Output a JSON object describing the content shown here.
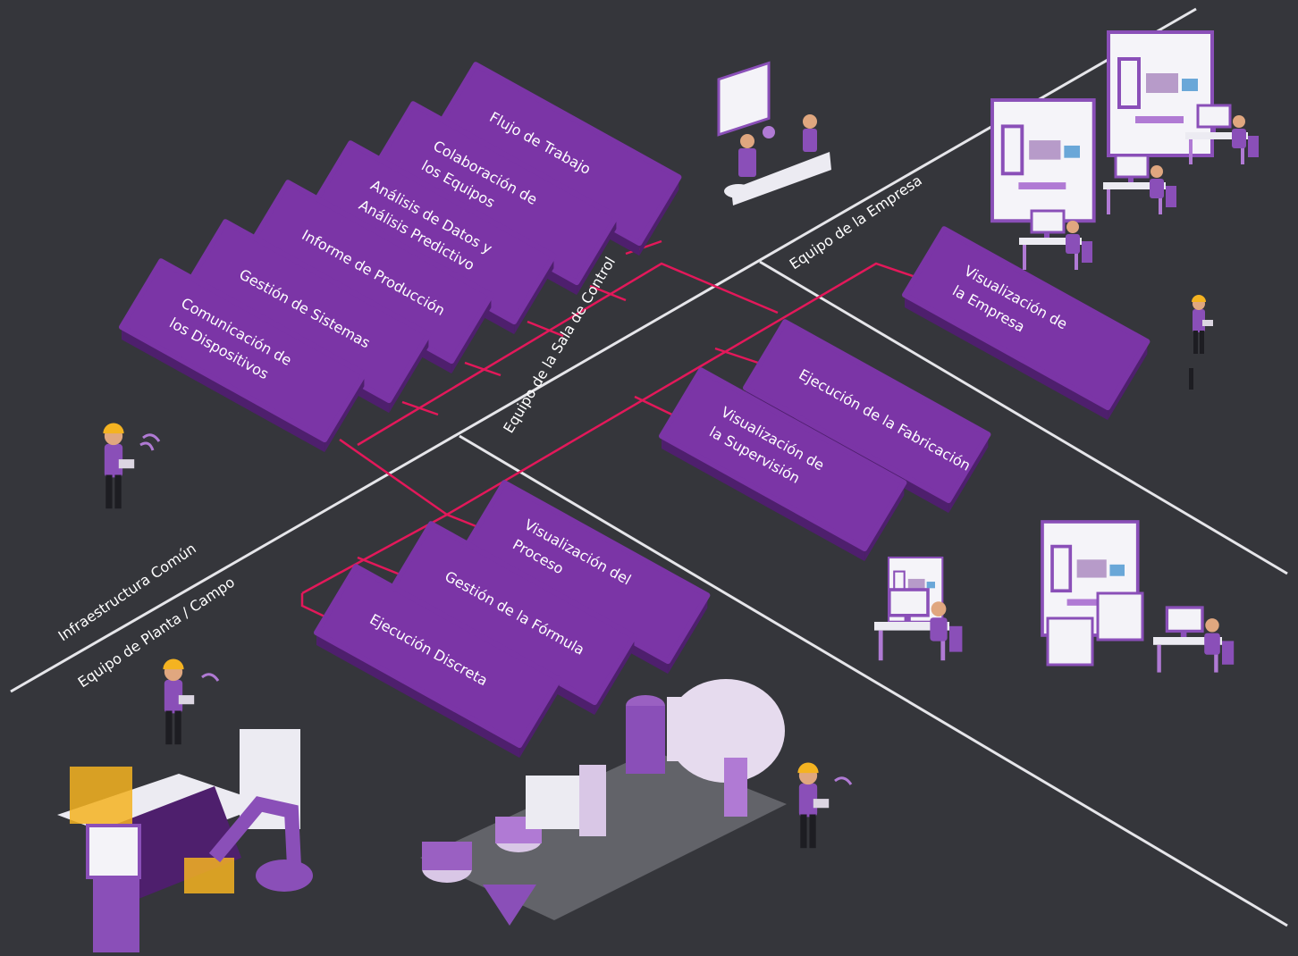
{
  "colors": {
    "background": "#35363b",
    "grid_line": "#e6e6ea",
    "connector": "#e3185a",
    "module_top": "#7b35a6",
    "module_side": "#4e1f6d",
    "module_text": "#ffffff",
    "zone_label": "#ffffff",
    "figure_purple": "#8a4fb8",
    "figure_light": "#e9e2ef",
    "helmet": "#f4b321"
  },
  "zones": {
    "common": "Infraestructura Común",
    "plant": "Equipo de Planta / Campo",
    "control": "Equipo de la Sala de Control",
    "enterprise": "Equipo de la Empresa"
  },
  "modules": {
    "workflow": [
      "Flujo de Trabajo"
    ],
    "collaboration": [
      "Colaboración de",
      "los Equipos"
    ],
    "analytics": [
      "Análisis de Datos y",
      "Análisis Predictivo"
    ],
    "production_report": [
      "Informe de Producción"
    ],
    "systems": [
      "Gestión de Sistemas"
    ],
    "devices": [
      "Comunicación de",
      "los Dispositivos"
    ],
    "enterprise_vis": [
      "Visualización de",
      "la Empresa"
    ],
    "manufacturing": [
      "Ejecución de la Fabricación"
    ],
    "supervision": [
      "Visualización de",
      "la Supervisión"
    ],
    "process": [
      "Visualización del",
      "Proceso"
    ],
    "recipe": [
      "Gestión de la Fórmula"
    ],
    "discrete": [
      "Ejecución Discreta"
    ]
  },
  "illustrations": {
    "meeting": "meeting-table-icon",
    "enterprise_desks": "enterprise-workstations-icon",
    "enterprise_walker": "tablet-user-icon",
    "common_worker": "field-worker-icon",
    "control_desk": "control-room-desk-icon",
    "control_displays": "control-room-displays-icon",
    "packaging_line": "packaging-line-icon",
    "process_plant": "process-plant-icon",
    "plant_worker": "field-worker-icon"
  }
}
